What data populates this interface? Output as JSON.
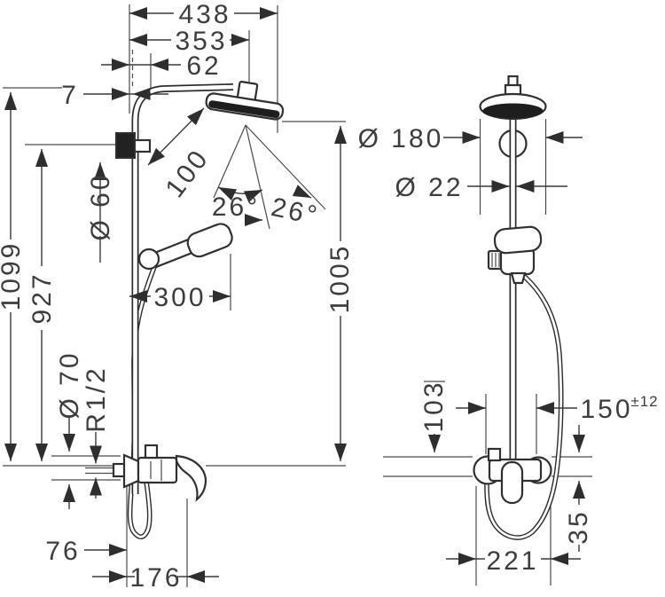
{
  "drawing": {
    "background": "#ffffff",
    "ink_color": "#303030",
    "subject": "shower pipe dimensional drawing, side and front elevations",
    "side_view": {
      "dims": {
        "total_depth": "438",
        "arm_depth": "353",
        "arm_offset": "62",
        "wall_clearance": "7",
        "total_height": "1099",
        "bracket_height": "927",
        "top_escutcheon_dia": "Ø 60",
        "head_clearance": "100",
        "spray_angle_a": "26°",
        "spray_angle_b": "26°",
        "handshower_depth": "300",
        "head_height": "1005",
        "bottom_escutcheon_dia": "Ø 70",
        "thread_size": "R1/2",
        "hose_offset": "76",
        "handle_depth": "176"
      }
    },
    "front_view": {
      "dims": {
        "head_dia": "Ø 180",
        "pipe_dia": "Ø 22",
        "riser_offset": "103",
        "connection_centers": "150",
        "connection_tolerance": "±12",
        "total_width": "221",
        "outlet_drop": "35"
      }
    }
  }
}
